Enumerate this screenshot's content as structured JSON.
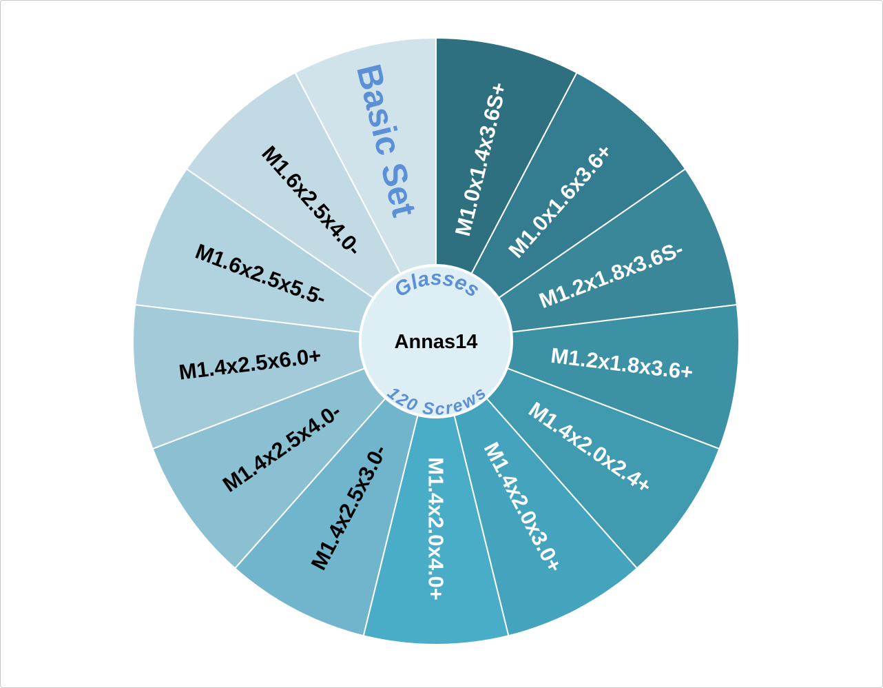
{
  "wheel": {
    "center_title": "Annas14",
    "arc_top": "Glasses",
    "arc_bottom": "120 Screws",
    "segments": [
      {
        "label": "M1.0x1.4x3.6S+",
        "color": "#2e6f80",
        "text_color": "#ffffff"
      },
      {
        "label": "M1.0x1.6x3.6+",
        "color": "#347c8f",
        "text_color": "#ffffff"
      },
      {
        "label": "M1.2x1.8x3.6S-",
        "color": "#3a879a",
        "text_color": "#ffffff"
      },
      {
        "label": "M1.2x1.8x3.6+",
        "color": "#3d91a5",
        "text_color": "#ffffff"
      },
      {
        "label": "M1.4x2.0x2.4+",
        "color": "#409bb1",
        "text_color": "#ffffff"
      },
      {
        "label": "M1.4x2.0x3.0+",
        "color": "#45a4bd",
        "text_color": "#ffffff"
      },
      {
        "label": "M1.4x2.0x4.0+",
        "color": "#4aadc8",
        "text_color": "#ffffff"
      },
      {
        "label": "M1.4x2.5x3.0-",
        "color": "#70b5cc",
        "text_color": "#000000"
      },
      {
        "label": "M1.4x2.5x4.0-",
        "color": "#8bbfd2",
        "text_color": "#000000"
      },
      {
        "label": "M1.4x2.5x6.0+",
        "color": "#a3cad9",
        "text_color": "#000000"
      },
      {
        "label": "M1.6x2.5x5.5-",
        "color": "#b1d3df",
        "text_color": "#000000"
      },
      {
        "label": "M1.6x2.5x4.0-",
        "color": "#c1dae3",
        "text_color": "#000000"
      },
      {
        "label": "Basic Set",
        "color": "#d0e3eb",
        "text_color": "#5b8fd6",
        "large": true
      }
    ],
    "accent_color": "#5b8fd6",
    "hub_color": "#ddeef4"
  }
}
